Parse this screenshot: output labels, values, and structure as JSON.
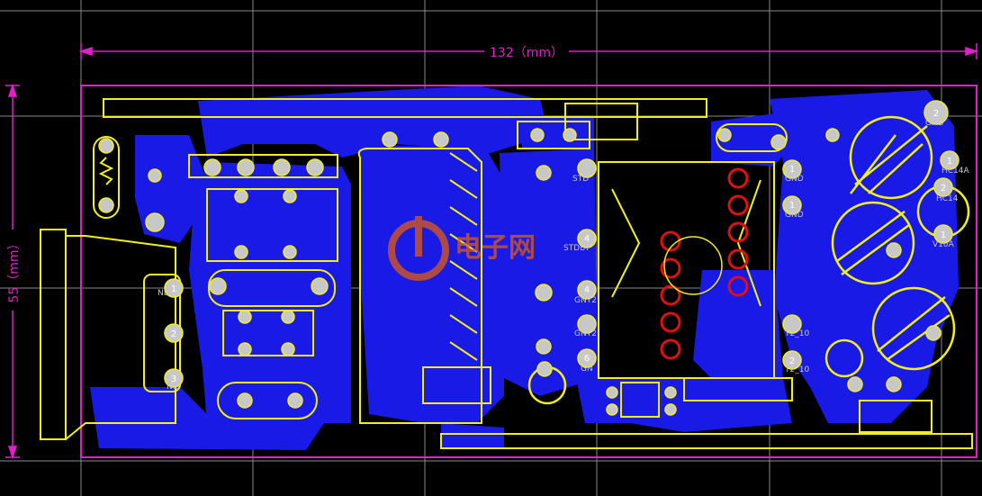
{
  "dimensions": {
    "width_label": "132（mm）",
    "height_label": "55（mm）"
  },
  "colors": {
    "background": "#000000",
    "grid": "#8a8a8a",
    "dimension_line": "#e020c8",
    "board_outline": "#e020c8",
    "copper": "#1a1ae6",
    "silkscreen": "#f2ef1e",
    "pad": "#c8c8c8",
    "keepout": "#e01010",
    "watermark": "#e05a10"
  },
  "pin_numbers": [
    "1",
    "2",
    "3",
    "4",
    "4",
    "6",
    "1",
    "1",
    "2",
    "1",
    "2",
    "1",
    "2"
  ],
  "net_labels": {
    "gnd_top": "GND",
    "hc14a": "HC14A",
    "hc14b": "HC14",
    "v10a": "V10A",
    "ne1": "NE1",
    "n1": "N1",
    "std": "STD",
    "stdby": "STDBY",
    "gnt2": "GNT2",
    "gnt2b": "GNT2",
    "gn": "GN",
    "gnd_mid": "GND",
    "gnd_mid2": "GND",
    "t2_10": "T2_10",
    "t2_10b": "T2_10"
  },
  "watermark_text": "电子网"
}
